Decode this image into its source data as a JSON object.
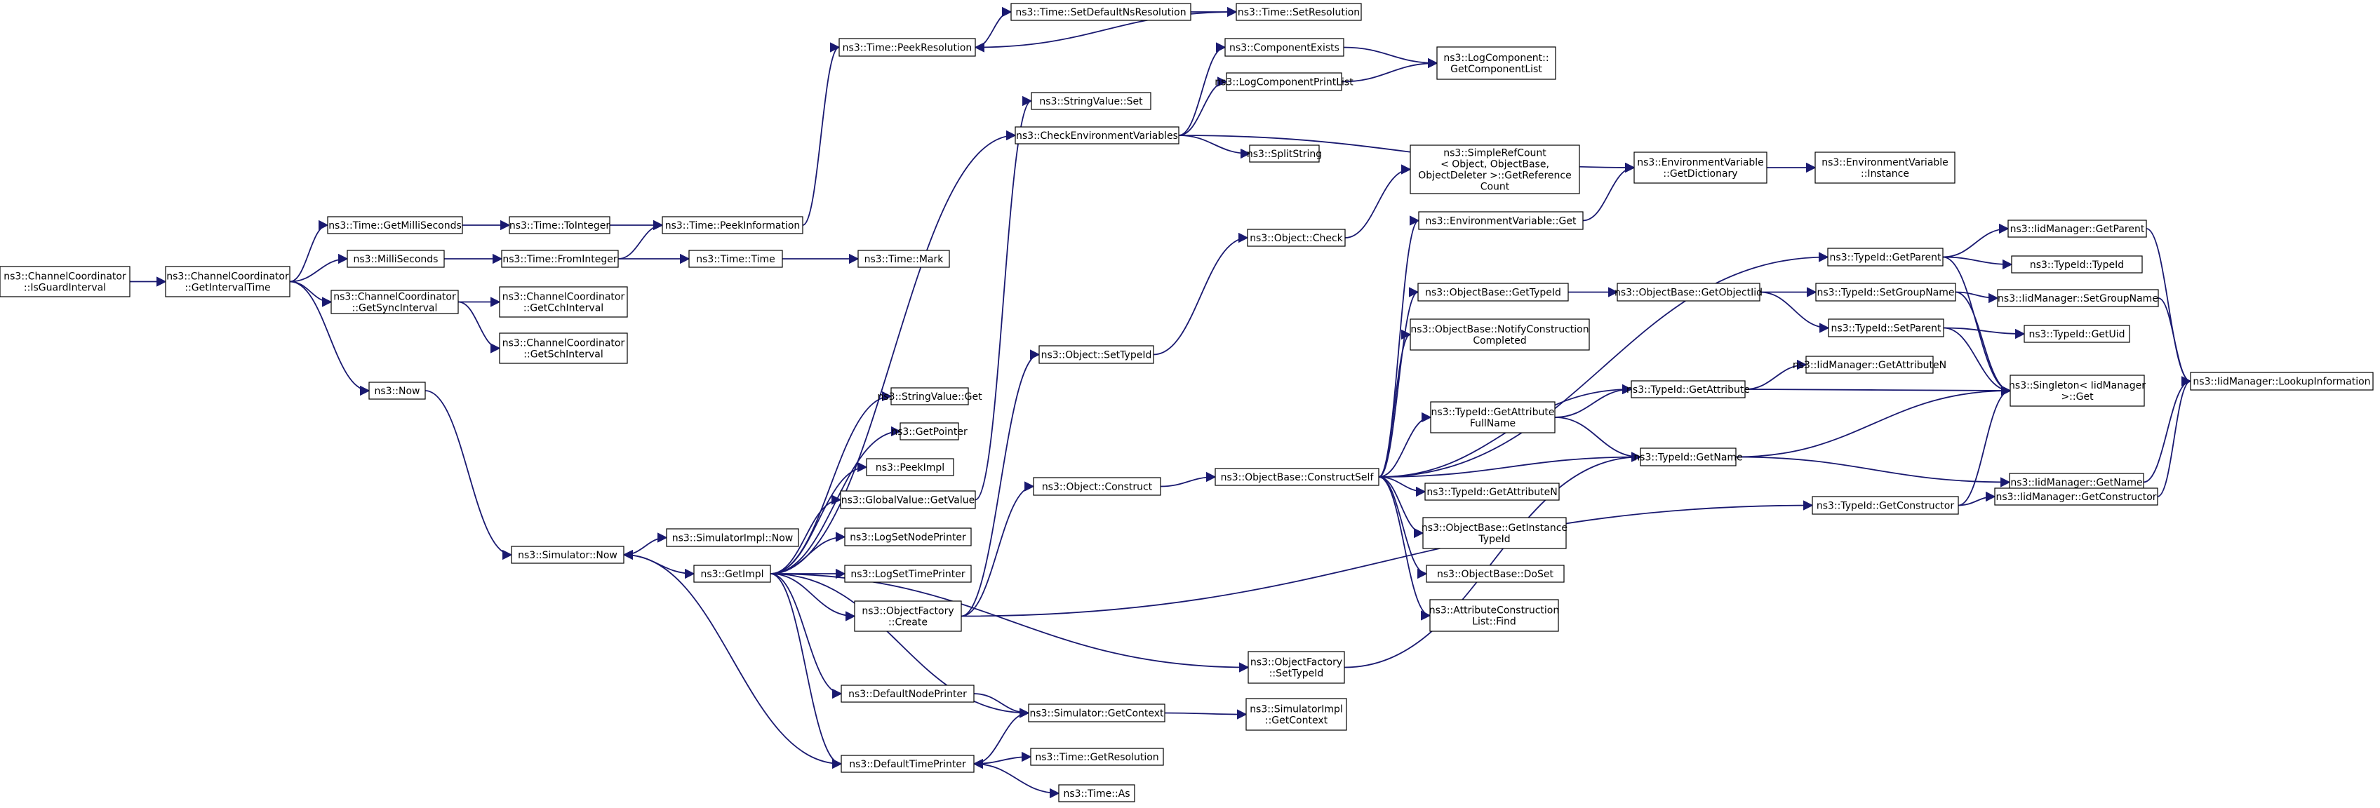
{
  "colors": {
    "edge": "#191970",
    "node_border": "#000000",
    "node_fill": "#ffffff",
    "root_fill": "#bfbfbf",
    "highlight_border": "#ff0000"
  },
  "nodes": [
    {
      "id": "isguard",
      "lines": [
        "ns3::ChannelCoordinator",
        "::IsGuardInterval"
      ],
      "style": "root"
    },
    {
      "id": "getinterval",
      "lines": [
        "ns3::ChannelCoordinator",
        "::GetIntervalTime"
      ]
    },
    {
      "id": "getmilli",
      "lines": [
        "ns3::Time::GetMilliSeconds"
      ]
    },
    {
      "id": "millisec",
      "lines": [
        "ns3::MilliSeconds"
      ]
    },
    {
      "id": "getsync",
      "lines": [
        "ns3::ChannelCoordinator",
        "::GetSyncInterval"
      ]
    },
    {
      "id": "now",
      "lines": [
        "ns3::Now"
      ]
    },
    {
      "id": "tointeger",
      "lines": [
        "ns3::Time::ToInteger"
      ]
    },
    {
      "id": "frominteger",
      "lines": [
        "ns3::Time::FromInteger"
      ]
    },
    {
      "id": "getcch",
      "lines": [
        "ns3::ChannelCoordinator",
        "::GetCchInterval"
      ]
    },
    {
      "id": "getsch",
      "lines": [
        "ns3::ChannelCoordinator",
        "::GetSchInterval"
      ]
    },
    {
      "id": "peekinfo",
      "lines": [
        "ns3::Time::PeekInformation"
      ]
    },
    {
      "id": "timetime",
      "lines": [
        "ns3::Time::Time"
      ]
    },
    {
      "id": "timemark",
      "lines": [
        "ns3::Time::Mark"
      ]
    },
    {
      "id": "peekres",
      "lines": [
        "ns3::Time::PeekResolution"
      ]
    },
    {
      "id": "setdefns",
      "lines": [
        "ns3::Time::SetDefaultNsResolution"
      ]
    },
    {
      "id": "setres",
      "lines": [
        "ns3::Time::SetResolution"
      ]
    },
    {
      "id": "simnow",
      "lines": [
        "ns3::Simulator::Now"
      ]
    },
    {
      "id": "simimplnow",
      "lines": [
        "ns3::SimulatorImpl::Now"
      ]
    },
    {
      "id": "getimpl",
      "lines": [
        "ns3::GetImpl"
      ]
    },
    {
      "id": "strget",
      "lines": [
        "ns3::StringValue::Get"
      ]
    },
    {
      "id": "getpointer",
      "lines": [
        "ns3::GetPointer"
      ]
    },
    {
      "id": "peekimpl",
      "lines": [
        "ns3::PeekImpl"
      ]
    },
    {
      "id": "gvgetvalue",
      "lines": [
        "ns3::GlobalValue::GetValue"
      ]
    },
    {
      "id": "logsetnode",
      "lines": [
        "ns3::LogSetNodePrinter"
      ]
    },
    {
      "id": "logsettime",
      "lines": [
        "ns3::LogSetTimePrinter"
      ]
    },
    {
      "id": "objfactcreate",
      "lines": [
        "ns3::ObjectFactory",
        "::Create"
      ]
    },
    {
      "id": "defnodeprinter",
      "lines": [
        "ns3::DefaultNodePrinter"
      ]
    },
    {
      "id": "deftimeprinter",
      "lines": [
        "ns3::DefaultTimePrinter"
      ]
    },
    {
      "id": "simgetctx",
      "lines": [
        "ns3::Simulator::GetContext"
      ]
    },
    {
      "id": "getres",
      "lines": [
        "ns3::Time::GetResolution"
      ]
    },
    {
      "id": "timeas",
      "lines": [
        "ns3::Time::As"
      ]
    },
    {
      "id": "strset",
      "lines": [
        "ns3::StringValue::Set"
      ]
    },
    {
      "id": "checkenv",
      "lines": [
        "ns3::CheckEnvironmentVariables"
      ]
    },
    {
      "id": "compexists",
      "lines": [
        "ns3::ComponentExists"
      ]
    },
    {
      "id": "logcompprint",
      "lines": [
        "ns3::LogComponentPrintList"
      ]
    },
    {
      "id": "splitstring",
      "lines": [
        "ns3::SplitString"
      ]
    },
    {
      "id": "logcompget",
      "lines": [
        "ns3::LogComponent::",
        "GetComponentList"
      ]
    },
    {
      "id": "objsettypeid",
      "lines": [
        "ns3::Object::SetTypeId"
      ]
    },
    {
      "id": "objconstruct",
      "lines": [
        "ns3::Object::Construct"
      ]
    },
    {
      "id": "objcheck",
      "lines": [
        "ns3::Object::Check"
      ]
    },
    {
      "id": "simplerefcount",
      "lines": [
        "ns3::SimpleRefCount",
        "< Object, ObjectBase,",
        "ObjectDeleter >::GetReference",
        "Count"
      ]
    },
    {
      "id": "envget",
      "lines": [
        "ns3::EnvironmentVariable::Get"
      ]
    },
    {
      "id": "envgetdict",
      "lines": [
        "ns3::EnvironmentVariable",
        "::GetDictionary"
      ]
    },
    {
      "id": "envinstance",
      "lines": [
        "ns3::EnvironmentVariable",
        "::Instance"
      ]
    },
    {
      "id": "objbaseconstruct",
      "lines": [
        "ns3::ObjectBase::ConstructSelf"
      ]
    },
    {
      "id": "objbasegettypeid",
      "lines": [
        "ns3::ObjectBase::GetTypeId"
      ]
    },
    {
      "id": "objbasenotify",
      "lines": [
        "ns3::ObjectBase::NotifyConstruction",
        "Completed"
      ]
    },
    {
      "id": "tidgetattrfull",
      "lines": [
        "ns3::TypeId::GetAttribute",
        "FullName"
      ]
    },
    {
      "id": "tidgetattrn",
      "lines": [
        "ns3::TypeId::GetAttributeN"
      ]
    },
    {
      "id": "objbasegetinst",
      "lines": [
        "ns3::ObjectBase::GetInstance",
        "TypeId"
      ]
    },
    {
      "id": "objbasedoset",
      "lines": [
        "ns3::ObjectBase::DoSet"
      ]
    },
    {
      "id": "attrconstfind",
      "lines": [
        "ns3::AttributeConstruction",
        "List::Find"
      ]
    },
    {
      "id": "objbasegetobjtid",
      "lines": [
        "ns3::ObjectBase::GetObjectIid"
      ]
    },
    {
      "id": "tidgetattr",
      "lines": [
        "ns3::TypeId::GetAttribute"
      ]
    },
    {
      "id": "tidgetname",
      "lines": [
        "ns3::TypeId::GetName"
      ]
    },
    {
      "id": "tidgetconstructor",
      "lines": [
        "ns3::TypeId::GetConstructor"
      ]
    },
    {
      "id": "objfactsettypeid",
      "lines": [
        "ns3::ObjectFactory",
        "::SetTypeId"
      ]
    },
    {
      "id": "simimplgetctx",
      "lines": [
        "ns3::SimulatorImpl",
        "::GetContext"
      ]
    },
    {
      "id": "tidgetparent",
      "lines": [
        "ns3::TypeId::GetParent"
      ]
    },
    {
      "id": "tidsetgroupname",
      "lines": [
        "ns3::TypeId::SetGroupName"
      ]
    },
    {
      "id": "tidsetparent",
      "lines": [
        "ns3::TypeId::SetParent"
      ],
      "style": "highlight"
    },
    {
      "id": "iidgetattrn",
      "lines": [
        "ns3::IidManager::GetAttributeN"
      ]
    },
    {
      "id": "iidgetparent",
      "lines": [
        "ns3::IidManager::GetParent"
      ]
    },
    {
      "id": "tidtypeid",
      "lines": [
        "ns3::TypeId::TypeId"
      ]
    },
    {
      "id": "iidsetgroupname",
      "lines": [
        "ns3::IidManager::SetGroupName"
      ]
    },
    {
      "id": "tidgetuid",
      "lines": [
        "ns3::TypeId::GetUid"
      ]
    },
    {
      "id": "singletonget",
      "lines": [
        "ns3::Singleton< IidManager",
        ">::Get"
      ]
    },
    {
      "id": "iidgetname",
      "lines": [
        "ns3::IidManager::GetName"
      ]
    },
    {
      "id": "iidgetconstructor",
      "lines": [
        "ns3::IidManager::GetConstructor"
      ]
    },
    {
      "id": "iidlookup",
      "lines": [
        "ns3::IidManager::LookupInformation"
      ]
    }
  ],
  "edges": [
    [
      "isguard",
      "getinterval"
    ],
    [
      "getinterval",
      "getmilli"
    ],
    [
      "getinterval",
      "millisec"
    ],
    [
      "getinterval",
      "getsync"
    ],
    [
      "getinterval",
      "now"
    ],
    [
      "getmilli",
      "tointeger"
    ],
    [
      "tointeger",
      "peekinfo"
    ],
    [
      "millisec",
      "frominteger"
    ],
    [
      "frominteger",
      "peekinfo"
    ],
    [
      "frominteger",
      "timetime"
    ],
    [
      "timetime",
      "timemark"
    ],
    [
      "peekinfo",
      "peekres"
    ],
    [
      "peekres",
      "setdefns"
    ],
    [
      "setdefns",
      "setres"
    ],
    [
      "setres",
      "peekres"
    ],
    [
      "getsync",
      "getcch"
    ],
    [
      "getsync",
      "getsch"
    ],
    [
      "now",
      "simnow"
    ],
    [
      "simnow",
      "simimplnow"
    ],
    [
      "simnow",
      "getimpl"
    ],
    [
      "getimpl",
      "strget"
    ],
    [
      "getimpl",
      "getpointer"
    ],
    [
      "getimpl",
      "peekimpl"
    ],
    [
      "getimpl",
      "gvgetvalue"
    ],
    [
      "getimpl",
      "logsetnode"
    ],
    [
      "getimpl",
      "logsettime"
    ],
    [
      "getimpl",
      "objfactcreate"
    ],
    [
      "getimpl",
      "defnodeprinter"
    ],
    [
      "getimpl",
      "deftimeprinter"
    ],
    [
      "getimpl",
      "objfactsettypeid"
    ],
    [
      "getimpl",
      "simgetctx"
    ],
    [
      "getimpl",
      "checkenv"
    ],
    [
      "gvgetvalue",
      "strset"
    ],
    [
      "checkenv",
      "compexists"
    ],
    [
      "checkenv",
      "logcompprint"
    ],
    [
      "checkenv",
      "splitstring"
    ],
    [
      "checkenv",
      "envgetdict"
    ],
    [
      "compexists",
      "logcompget"
    ],
    [
      "logcompprint",
      "logcompget"
    ],
    [
      "objfactcreate",
      "objsettypeid"
    ],
    [
      "objfactcreate",
      "objconstruct"
    ],
    [
      "objfactcreate",
      "tidgetconstructor"
    ],
    [
      "objsettypeid",
      "objcheck"
    ],
    [
      "objcheck",
      "simplerefcount"
    ],
    [
      "objconstruct",
      "objbaseconstruct"
    ],
    [
      "objbaseconstruct",
      "envget"
    ],
    [
      "objbaseconstruct",
      "tidgetparent"
    ],
    [
      "objbaseconstruct",
      "objbasegettypeid"
    ],
    [
      "objbaseconstruct",
      "objbasenotify"
    ],
    [
      "objbaseconstruct",
      "tidgetattr"
    ],
    [
      "objbaseconstruct",
      "tidgetattrfull"
    ],
    [
      "objbaseconstruct",
      "tidgetname"
    ],
    [
      "objbaseconstruct",
      "tidgetattrn"
    ],
    [
      "objbaseconstruct",
      "objbasegetinst"
    ],
    [
      "objbaseconstruct",
      "objbasedoset"
    ],
    [
      "objbaseconstruct",
      "attrconstfind"
    ],
    [
      "envget",
      "envgetdict"
    ],
    [
      "envgetdict",
      "envinstance"
    ],
    [
      "objbasegettypeid",
      "objbasegetobjtid"
    ],
    [
      "objbasegetobjtid",
      "tidsetgroupname"
    ],
    [
      "objbasegetobjtid",
      "tidsetparent"
    ],
    [
      "tidgetattrfull",
      "tidgetattr"
    ],
    [
      "tidgetattrfull",
      "tidgetname"
    ],
    [
      "tidgetattr",
      "iidgetattrn"
    ],
    [
      "tidgetattr",
      "singletonget"
    ],
    [
      "tidgetname",
      "singletonget"
    ],
    [
      "tidgetname",
      "iidgetname"
    ],
    [
      "tidgetconstructor",
      "singletonget"
    ],
    [
      "tidgetconstructor",
      "iidgetconstructor"
    ],
    [
      "objfactsettypeid",
      "tidgetname"
    ],
    [
      "defnodeprinter",
      "simgetctx"
    ],
    [
      "simgetctx",
      "simimplgetctx"
    ],
    [
      "simgetctx",
      "deftimeprinter"
    ],
    [
      "deftimeprinter",
      "getres"
    ],
    [
      "deftimeprinter",
      "timeas"
    ],
    [
      "deftimeprinter",
      "simnow"
    ],
    [
      "tidgetparent",
      "iidgetparent"
    ],
    [
      "tidgetparent",
      "tidtypeid"
    ],
    [
      "tidgetparent",
      "singletonget"
    ],
    [
      "tidsetgroupname",
      "iidsetgroupname"
    ],
    [
      "tidsetgroupname",
      "singletonget"
    ],
    [
      "tidsetparent",
      "tidgetuid"
    ],
    [
      "tidsetparent",
      "singletonget"
    ],
    [
      "iidgetparent",
      "iidlookup"
    ],
    [
      "iidsetgroupname",
      "iidlookup"
    ],
    [
      "iidgetname",
      "iidlookup"
    ],
    [
      "iidgetconstructor",
      "iidlookup"
    ]
  ]
}
